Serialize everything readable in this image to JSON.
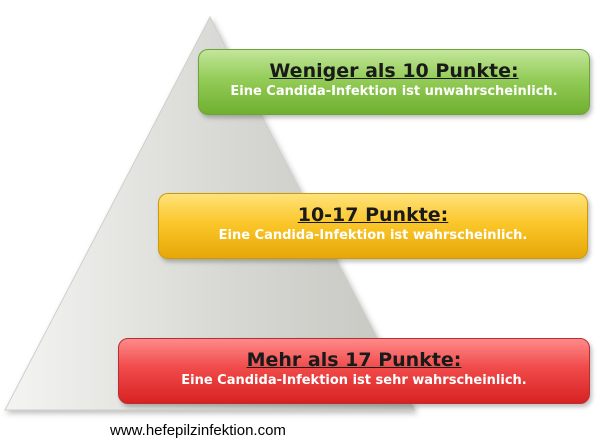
{
  "levels": [
    {
      "title": "Weniger als 10 Punkte:",
      "text": "Eine Candida-Infektion ist unwahrscheinlich.",
      "color": "#8cc850"
    },
    {
      "title": "10-17 Punkte:",
      "text": "Eine Candida-Infektion ist wahrscheinlich.",
      "color": "#f9bf1f"
    },
    {
      "title": "Mehr als 17 Punkte:",
      "text": "Eine Candida-Infektion ist sehr wahrscheinlich.",
      "color": "#ea3b3b"
    }
  ],
  "footer": {
    "url": "www.hefepilzinfektion.com"
  }
}
